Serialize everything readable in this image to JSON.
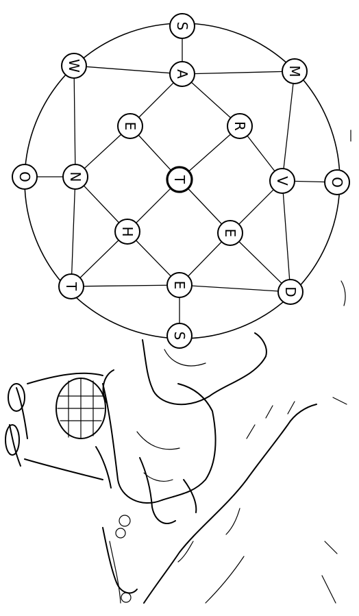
{
  "puzzle": {
    "rim_letters": [
      "S",
      "M",
      "O",
      "D",
      "S",
      "T",
      "O",
      "W"
    ],
    "inner_ring": [
      "A",
      "R",
      "V",
      "E",
      "E",
      "H",
      "N",
      "E"
    ],
    "center": "T",
    "edges": [
      [
        "s-top",
        "a"
      ],
      [
        "a",
        "r"
      ],
      [
        "r",
        "v"
      ],
      [
        "v",
        "e-r"
      ],
      [
        "e-r",
        "e-b"
      ],
      [
        "e-b",
        "h"
      ],
      [
        "h",
        "n"
      ],
      [
        "n",
        "e-l"
      ],
      [
        "e-l",
        "a"
      ],
      [
        "a",
        "w"
      ],
      [
        "a",
        "m"
      ],
      [
        "w",
        "n"
      ],
      [
        "n",
        "t-bl"
      ],
      [
        "n",
        "o-l"
      ],
      [
        "m",
        "v"
      ],
      [
        "v",
        "o-r"
      ],
      [
        "v",
        "d"
      ],
      [
        "t-bl",
        "e-b"
      ],
      [
        "e-b",
        "d"
      ],
      [
        "e-b",
        "s-bot"
      ],
      [
        "t-bl",
        "h"
      ],
      [
        "d",
        "e-r"
      ],
      [
        "e-l",
        "t-c"
      ],
      [
        "r",
        "t-c"
      ],
      [
        "h",
        "t-c"
      ],
      [
        "e-r",
        "t-c"
      ]
    ]
  }
}
